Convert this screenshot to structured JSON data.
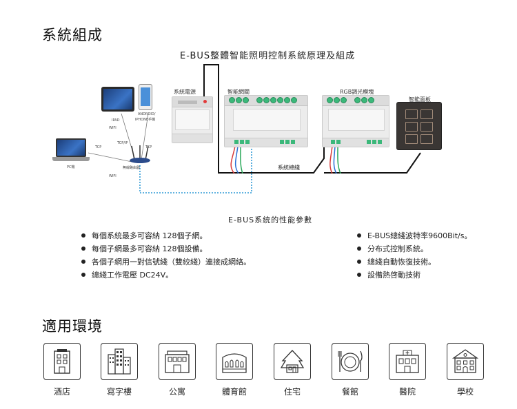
{
  "section1_title": "系統組成",
  "diagram": {
    "title": "E-BUS整體智能照明控制系統原理及組成",
    "devices": {
      "ipad": "IPAD",
      "android": "ANDROID/",
      "iphone": "IPHONE手機",
      "wifi_top": "WIFI",
      "wifi_bottom": "WIFI",
      "tcp_left": "TCP",
      "tcp_ip": "TCP/IP",
      "tcp_right": "TCP",
      "router": "無線路由器",
      "pc": "PC機"
    },
    "modules": {
      "power": "系統電源",
      "gateway": "智能網關",
      "rgb": "RGB調光模塊",
      "panel": "智能面板"
    },
    "bus_label": "系統總綫"
  },
  "performance": {
    "title": "E-BUS系統的性能參數",
    "left_items": [
      "每個系統最多可容納 128個子網。",
      "每個子網最多可容納 128個設備。",
      "各個子網用一對信號綫（雙絞綫）連接成網絡。",
      "總綫工作電壓 DC24V。"
    ],
    "right_items": [
      "E-BUS總綫波特率9600Bit/s。",
      "分布式控制系統。",
      "總綫自動恢復技術。",
      "設備熱啓動技術"
    ]
  },
  "section2_title": "適用環境",
  "venues": [
    {
      "label": "酒店",
      "icon": "hotel-icon"
    },
    {
      "label": "寫字樓",
      "icon": "office-building-icon"
    },
    {
      "label": "公寓",
      "icon": "apartment-icon"
    },
    {
      "label": "體育館",
      "icon": "stadium-icon"
    },
    {
      "label": "住宅",
      "icon": "residence-icon"
    },
    {
      "label": "餐館",
      "icon": "restaurant-icon"
    },
    {
      "label": "醫院",
      "icon": "hospital-icon"
    },
    {
      "label": "學校",
      "icon": "school-icon"
    }
  ],
  "colors": {
    "bus_line": "#111111",
    "dashed_link": "#2f9ad6",
    "terminal_green": "#3bb87a",
    "wire_red": "#d83a3a",
    "wire_blue": "#2a6fd6",
    "wire_green": "#2aa85a",
    "panel_dark": "#3a3634"
  }
}
